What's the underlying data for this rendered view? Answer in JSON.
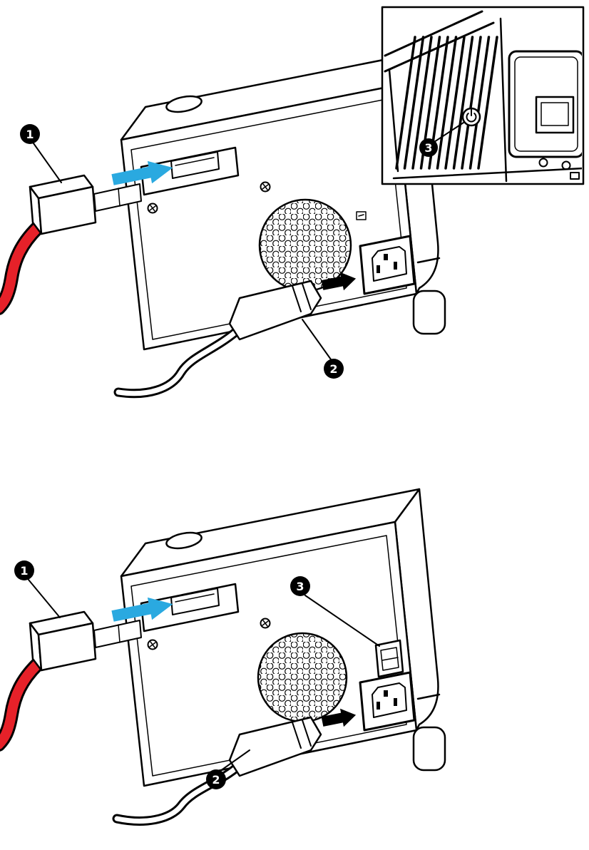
{
  "figure_top": {
    "callouts": {
      "usb_cable": "1",
      "power_cord": "2",
      "power_button": "3"
    }
  },
  "figure_bottom": {
    "callouts": {
      "usb_cable": "1",
      "power_cord": "2",
      "power_switch": "3"
    }
  },
  "colors": {
    "outline": "#000000",
    "cable_red": "#e62129",
    "arrow_blue": "#2aa9e0",
    "callout_background": "#000000",
    "callout_number": "#ffffff",
    "device_fill": "#ffffff"
  }
}
